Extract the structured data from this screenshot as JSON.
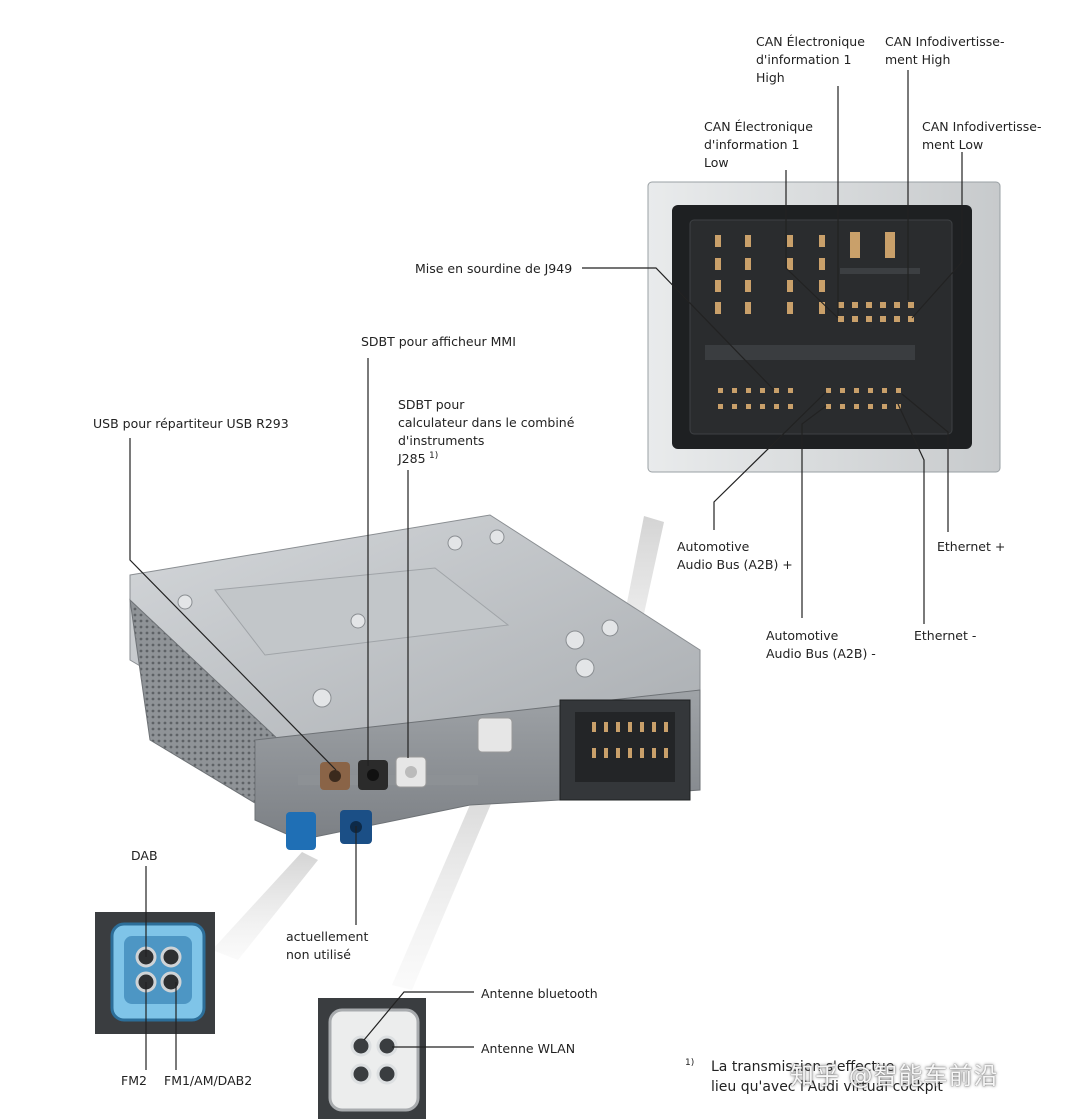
{
  "labels": {
    "can_info_high": "CAN Électronique\nd'information 1\nHigh",
    "can_info_low": "CAN Électronique\nd'information 1\nLow",
    "can_infodiv_high": "CAN Infodivertisse-\nment High",
    "can_infodiv_low": "CAN Infodivertisse-\nment Low",
    "mute": "Mise en sourdine de J949",
    "sdbt_mmi": "SDBT pour afficheur MMI",
    "usb": "USB pour répartiteur USB R293",
    "sdbt_cluster": "SDBT pour\ncalculateur dans le combiné\nd'instruments\nJ285",
    "sdbt_cluster_sup": "1)",
    "a2b_plus": "Automotive\nAudio Bus (A2B) +",
    "a2b_minus": "Automotive\nAudio Bus (A2B) -",
    "eth_plus": "Ethernet +",
    "eth_minus": "Ethernet -",
    "dab": "DAB",
    "unused": "actuellement\nnon utilisé",
    "fm2": "FM2",
    "fm1": "FM1/AM/DAB2",
    "bt": "Antenne bluetooth",
    "wlan": "Antenne WLAN"
  },
  "footnote": {
    "marker": "1)",
    "text": "La transmission s'effectue\nlieu qu'avec l'Audi virtual cockpit"
  },
  "watermark": "知乎 @智能车前沿",
  "colors": {
    "housing": "#b9bdc0",
    "connector_brown": "#8a6447",
    "connector_black": "#2b2b2b",
    "connector_white": "#e6e6e6",
    "connector_blue": "#1f6fb5",
    "connector_darkblue": "#1b4f86",
    "fakra_light_blue": "#7fc4e8",
    "pin_gold": "#c9a06a"
  }
}
